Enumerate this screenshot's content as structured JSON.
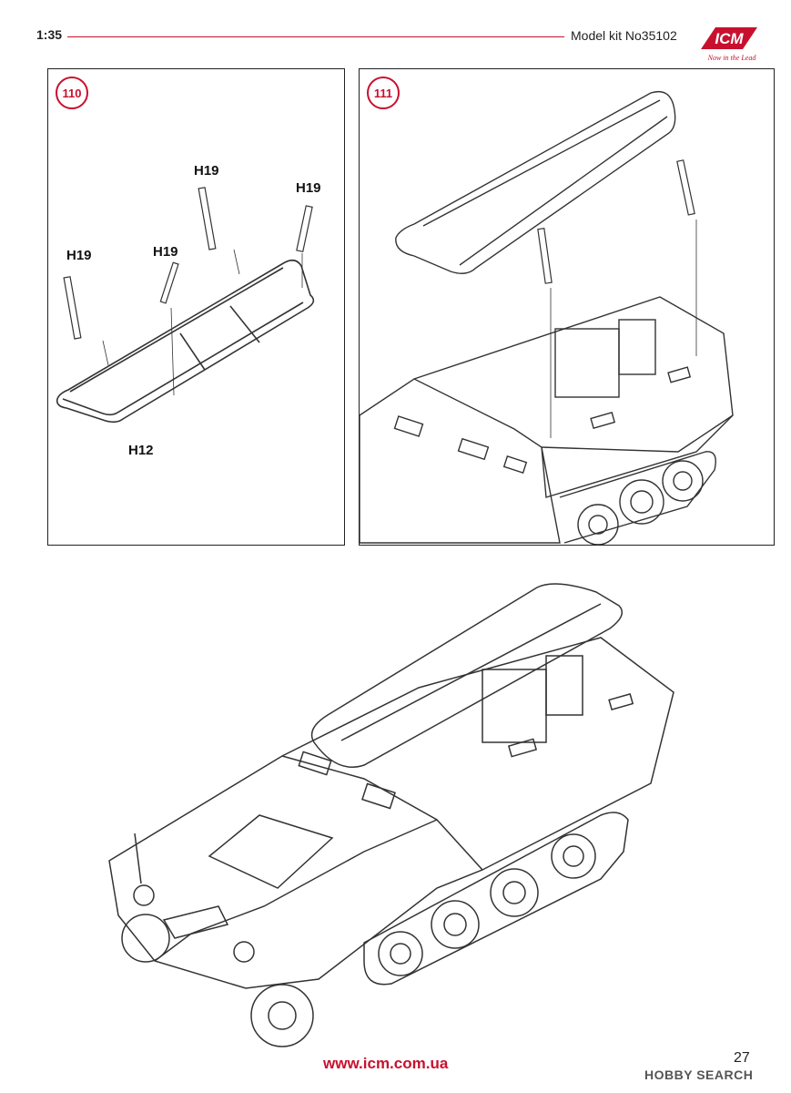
{
  "header": {
    "scale": "1:35",
    "kit_label": "Model kit No35102",
    "logo_text": "ICM",
    "logo_tagline": "Now in the Lead",
    "accent_color": "#c8102e"
  },
  "steps": [
    {
      "number": "110",
      "parts": [
        "H19",
        "H19",
        "H19",
        "H19",
        "H12"
      ]
    },
    {
      "number": "111"
    }
  ],
  "footer": {
    "website": "www.icm.com.ua",
    "page_number": "27",
    "watermark": "HOBBY SEARCH"
  }
}
